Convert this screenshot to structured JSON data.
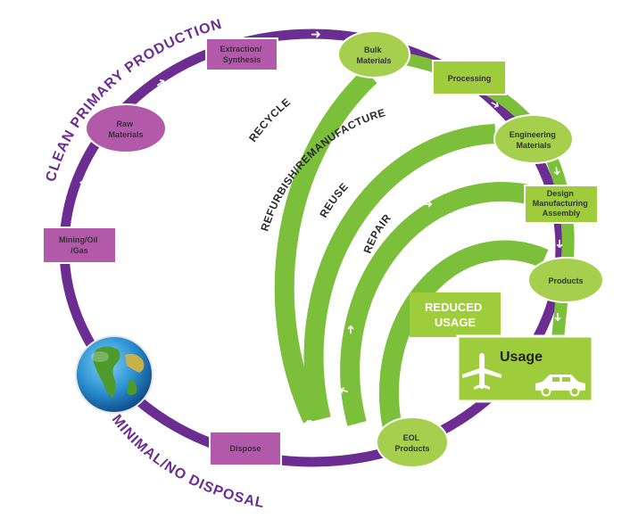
{
  "outer_labels": {
    "top": "CLEAN PRIMARY PRODUCTION",
    "bottom": "MINIMAL/NO DISPOSAL"
  },
  "arc_labels": {
    "recycle": "RECYCLE",
    "refurbish": "REFURBISH/REMANUFACTURE",
    "reuse": "REUSE",
    "repair": "REPAIR"
  },
  "nodes": {
    "extraction": [
      "Extraction/",
      "Synthesis"
    ],
    "bulk_materials": [
      "Bulk",
      "Materials"
    ],
    "processing": [
      "Processing"
    ],
    "engineering_materials": [
      "Engineering",
      "Materials"
    ],
    "design": [
      "Design",
      "Manufacturing",
      "Assembly"
    ],
    "products": [
      "Products"
    ],
    "eol_products": [
      "EOL",
      "Products"
    ],
    "dispose": [
      "Dispose"
    ],
    "mining": [
      "Mining/Oil",
      "/Gas"
    ],
    "raw_materials": [
      "Raw",
      "Materials"
    ]
  },
  "reduced_usage": [
    "REDUCED",
    "USAGE"
  ],
  "usage": "Usage",
  "icons": [
    "globe-icon",
    "airplane-icon",
    "car-icon",
    "arrow-icon"
  ],
  "colors": {
    "purple": "#6b2d91",
    "purple_box": "#b25aa9",
    "green": "#7bbf3a",
    "green_light": "#a5cf4c",
    "green_box": "#9fcc3b"
  }
}
